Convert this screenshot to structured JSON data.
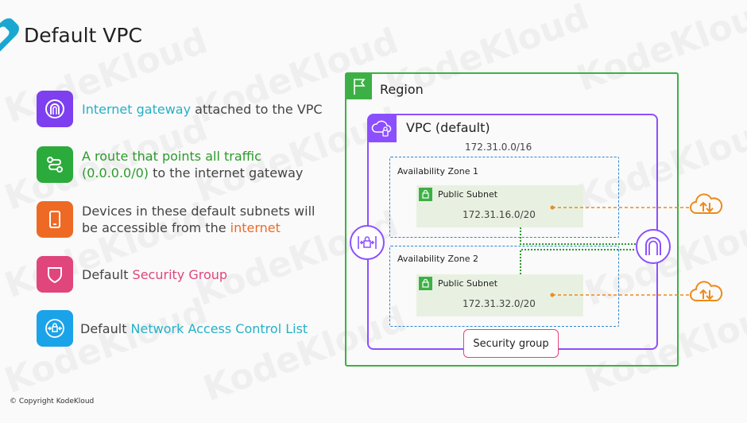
{
  "title": "Default VPC",
  "watermark": "KodeKloud",
  "features": [
    {
      "icon": "internet-gateway-icon",
      "color": "#7d3ff0",
      "parts": [
        {
          "text": "Internet gateway",
          "color": "#25b0c8"
        },
        {
          "text": " attached to the VPC",
          "color": "#444444"
        }
      ]
    },
    {
      "icon": "route-icon",
      "color": "#2bab3b",
      "parts": [
        {
          "text": "A route that points all traffic",
          "color": "#2c9b2c"
        },
        {
          "text": "(0.0.0.0/0)",
          "color": "#2c9b2c"
        },
        {
          "text": " to the internet gateway",
          "color": "#444444"
        }
      ]
    },
    {
      "icon": "mobile-device-icon",
      "color": "#ee6a24",
      "parts": [
        {
          "text": "Devices in these default subnets will",
          "color": "#444444"
        },
        {
          "text": "be accessible from the ",
          "color": "#444444"
        },
        {
          "text": "internet",
          "color": "#ee6a24"
        }
      ]
    },
    {
      "icon": "shield-icon",
      "color": "#e0457b",
      "parts": [
        {
          "text": "Default ",
          "color": "#444444"
        },
        {
          "text": "Security Group",
          "color": "#e0457b"
        }
      ]
    },
    {
      "icon": "network-acl-icon",
      "color": "#1aa3e8",
      "parts": [
        {
          "text": "Default ",
          "color": "#444444"
        },
        {
          "text": "Network Access Control List",
          "color": "#25b0c8"
        }
      ]
    }
  ],
  "diagram": {
    "region_label": "Region",
    "vpc_label": "VPC (default)",
    "vpc_cidr": "172.31.0.0/16",
    "zones": [
      {
        "label": "Availability Zone 1",
        "subnet_label": "Public Subnet",
        "subnet_cidr": "172.31.16.0/20"
      },
      {
        "label": "Availability Zone 2",
        "subnet_label": "Public Subnet",
        "subnet_cidr": "172.31.32.0/20"
      }
    ],
    "security_group_label": "Security group",
    "colors": {
      "region": "#3db045",
      "vpc": "#8c4fff",
      "az": "#2f86d6",
      "cloud": "#ee8a1a",
      "subnet": "#e8f1e1"
    }
  },
  "copyright": "© Copyright KodeKloud"
}
